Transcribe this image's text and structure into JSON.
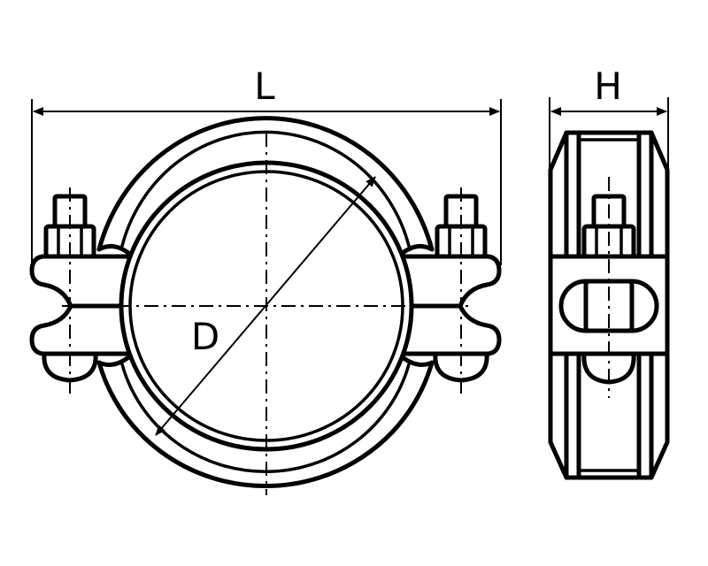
{
  "dimensions": {
    "length_label": "L",
    "height_label": "H",
    "diameter_label": "D"
  },
  "colors": {
    "line": "#000000",
    "background": "#ffffff"
  }
}
